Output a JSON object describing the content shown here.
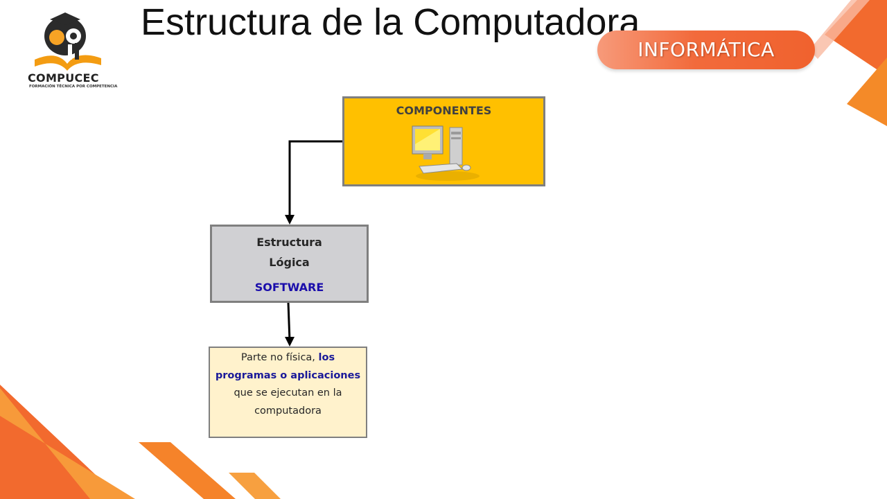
{
  "header": {
    "title": "Estructura de la Computadora",
    "badge": "INFORMÁTICA"
  },
  "logo": {
    "name": "COMPUCEC",
    "tagline": "FORMACIÓN TÉCNICA POR COMPETENCIA"
  },
  "diagram": {
    "components_box": {
      "label": "COMPONENTES",
      "icon": "desktop-computer-icon",
      "fill": "#ffc000"
    },
    "logical_box": {
      "line1": "Estructura",
      "line2": "Lógica",
      "highlight": "SOFTWARE",
      "fill": "#d0d0d3",
      "highlight_color": "#1a0dab"
    },
    "description_box": {
      "part1": "Parte no física,",
      "part2": "los programas o aplicaciones",
      "part3": "que se ejecutan en la computadora",
      "fill": "#fff2cc"
    }
  },
  "colors": {
    "accent_orange": "#f0622e",
    "accent_yellow": "#f7a325"
  }
}
